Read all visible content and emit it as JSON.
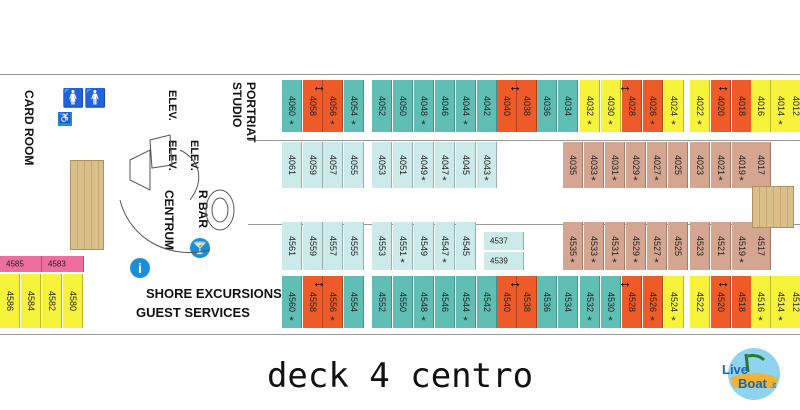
{
  "title": "deck 4 centro",
  "labels": {
    "card_room": "CARD ROOM",
    "portrait_studio": "PORTRIAT STUDIO",
    "elev1": "ELEV.",
    "elev2": "ELEV.",
    "elev3": "ELEV.",
    "r_bar": "R BAR",
    "centrum": "CENTRUM",
    "shore_excursions": "SHORE EXCURSIONS",
    "guest_services": "GUEST SERVICES"
  },
  "rooms": {
    "top_outer": [
      {
        "n": "4060",
        "c": "teal",
        "s": true
      },
      {
        "n": "4058",
        "c": "orange",
        "s": false
      },
      {
        "n": "4056",
        "c": "orange",
        "s": true
      },
      {
        "n": "4054",
        "c": "teal",
        "s": true
      },
      {
        "n": "4052",
        "c": "teal",
        "s": false
      },
      {
        "n": "4050",
        "c": "teal",
        "s": false
      },
      {
        "n": "4048",
        "c": "teal",
        "s": true
      },
      {
        "n": "4046",
        "c": "teal",
        "s": false
      },
      {
        "n": "4044",
        "c": "teal",
        "s": true
      },
      {
        "n": "4042",
        "c": "teal",
        "s": false
      },
      {
        "n": "4040",
        "c": "orange",
        "s": false
      },
      {
        "n": "4038",
        "c": "orange",
        "s": false
      },
      {
        "n": "4036",
        "c": "teal",
        "s": false
      },
      {
        "n": "4034",
        "c": "teal",
        "s": false
      },
      {
        "n": "4032",
        "c": "yellow",
        "s": true
      },
      {
        "n": "4030",
        "c": "yellow",
        "s": true
      },
      {
        "n": "4028",
        "c": "orange",
        "s": false
      },
      {
        "n": "4026",
        "c": "orange",
        "s": true
      },
      {
        "n": "4024",
        "c": "yellow",
        "s": true
      },
      {
        "n": "4022",
        "c": "yellow",
        "s": true
      },
      {
        "n": "4020",
        "c": "orange",
        "s": false
      },
      {
        "n": "4018",
        "c": "orange",
        "s": false
      },
      {
        "n": "4016",
        "c": "yellow",
        "s": false
      },
      {
        "n": "4014",
        "c": "yellow",
        "s": true
      },
      {
        "n": "4012",
        "c": "yellow",
        "s": false
      }
    ],
    "top_inner": [
      {
        "n": "4061",
        "c": "cyan",
        "s": false
      },
      {
        "n": "4059",
        "c": "cyan",
        "s": false
      },
      {
        "n": "4057",
        "c": "cyan",
        "s": false
      },
      {
        "n": "4055",
        "c": "cyan",
        "s": false
      },
      {
        "n": "4053",
        "c": "cyan",
        "s": false
      },
      {
        "n": "4051",
        "c": "cyan",
        "s": false
      },
      {
        "n": "4049",
        "c": "cyan",
        "s": true
      },
      {
        "n": "4047",
        "c": "cyan",
        "s": true
      },
      {
        "n": "4045",
        "c": "cyan",
        "s": false
      },
      {
        "n": "4043",
        "c": "cyan",
        "s": true
      },
      {
        "n": "4035",
        "c": "tan",
        "s": false
      },
      {
        "n": "4033",
        "c": "tan",
        "s": true
      },
      {
        "n": "4031",
        "c": "tan",
        "s": true
      },
      {
        "n": "4029",
        "c": "tan",
        "s": true
      },
      {
        "n": "4027",
        "c": "tan",
        "s": true
      },
      {
        "n": "4025",
        "c": "tan",
        "s": false
      },
      {
        "n": "4023",
        "c": "tan",
        "s": false
      },
      {
        "n": "4021",
        "c": "tan",
        "s": true
      },
      {
        "n": "4019",
        "c": "tan",
        "s": true
      },
      {
        "n": "4017",
        "c": "tan",
        "s": false
      }
    ],
    "bottom_inner": [
      {
        "n": "4561",
        "c": "cyan",
        "s": false
      },
      {
        "n": "4559",
        "c": "cyan",
        "s": false
      },
      {
        "n": "4557",
        "c": "cyan",
        "s": false
      },
      {
        "n": "4555",
        "c": "cyan",
        "s": false
      },
      {
        "n": "4553",
        "c": "cyan",
        "s": false
      },
      {
        "n": "4551",
        "c": "cyan",
        "s": true
      },
      {
        "n": "4549",
        "c": "cyan",
        "s": false
      },
      {
        "n": "4547",
        "c": "cyan",
        "s": true
      },
      {
        "n": "4545",
        "c": "cyan",
        "s": false
      },
      {
        "n": "4535",
        "c": "tan",
        "s": true
      },
      {
        "n": "4533",
        "c": "tan",
        "s": true
      },
      {
        "n": "4531",
        "c": "tan",
        "s": true
      },
      {
        "n": "4529",
        "c": "tan",
        "s": true
      },
      {
        "n": "4527",
        "c": "tan",
        "s": true
      },
      {
        "n": "4525",
        "c": "tan",
        "s": false
      },
      {
        "n": "4523",
        "c": "tan",
        "s": false
      },
      {
        "n": "4521",
        "c": "tan",
        "s": false
      },
      {
        "n": "4519",
        "c": "tan",
        "s": true
      },
      {
        "n": "4517",
        "c": "tan",
        "s": false
      }
    ],
    "bottom_outer": [
      {
        "n": "4560",
        "c": "teal",
        "s": true
      },
      {
        "n": "4558",
        "c": "orange",
        "s": false
      },
      {
        "n": "4556",
        "c": "orange",
        "s": true
      },
      {
        "n": "4554",
        "c": "teal",
        "s": false
      },
      {
        "n": "4552",
        "c": "teal",
        "s": false
      },
      {
        "n": "4550",
        "c": "teal",
        "s": false
      },
      {
        "n": "4548",
        "c": "teal",
        "s": true
      },
      {
        "n": "4546",
        "c": "teal",
        "s": false
      },
      {
        "n": "4544",
        "c": "teal",
        "s": true
      },
      {
        "n": "4542",
        "c": "teal",
        "s": false
      },
      {
        "n": "4540",
        "c": "orange",
        "s": false
      },
      {
        "n": "4538",
        "c": "orange",
        "s": false
      },
      {
        "n": "4536",
        "c": "teal",
        "s": false
      },
      {
        "n": "4534",
        "c": "teal",
        "s": false
      },
      {
        "n": "4532",
        "c": "teal",
        "s": true
      },
      {
        "n": "4530",
        "c": "teal",
        "s": true
      },
      {
        "n": "4528",
        "c": "orange",
        "s": false
      },
      {
        "n": "4526",
        "c": "orange",
        "s": true
      },
      {
        "n": "4524",
        "c": "yellow",
        "s": true
      },
      {
        "n": "4522",
        "c": "yellow",
        "s": false
      },
      {
        "n": "4520",
        "c": "orange",
        "s": false
      },
      {
        "n": "4518",
        "c": "orange",
        "s": false
      },
      {
        "n": "4516",
        "c": "yellow",
        "s": true
      },
      {
        "n": "4514",
        "c": "yellow",
        "s": true
      },
      {
        "n": "4512",
        "c": "yellow",
        "s": false
      }
    ],
    "left_outer": [
      {
        "n": "4586",
        "c": "yellow",
        "s": false
      },
      {
        "n": "4584",
        "c": "yellow",
        "s": false
      },
      {
        "n": "4582",
        "c": "yellow",
        "s": false
      },
      {
        "n": "4580",
        "c": "yellow",
        "s": false
      }
    ],
    "pink": [
      {
        "n": "4585",
        "c": "pink"
      },
      {
        "n": "4583",
        "c": "pink"
      }
    ],
    "small": [
      {
        "n": "4537",
        "c": "cyan"
      },
      {
        "n": "4539",
        "c": "cyan"
      }
    ]
  },
  "colors": {
    "teal": "#5fbfb5",
    "orange": "#ee5a28",
    "yellow": "#f7f33a",
    "cyan": "#cdeaea",
    "tan": "#d4a591",
    "pink": "#ef6ea0"
  },
  "logo": {
    "text1": "Live",
    "text2": "Boat",
    "text3": ".it"
  }
}
